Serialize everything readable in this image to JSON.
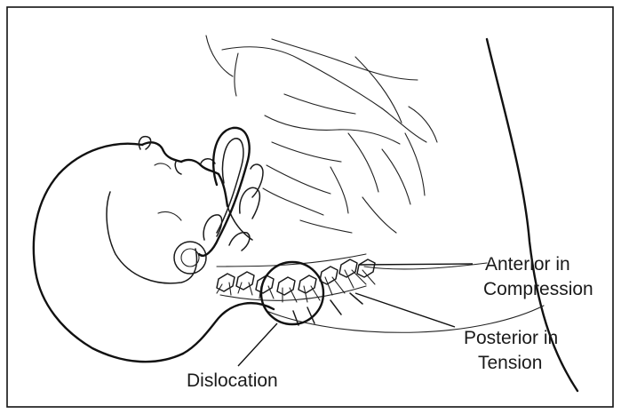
{
  "labels": {
    "anterior_line1": "Anterior in",
    "anterior_line2": "Compression",
    "posterior_line1": "Posterior in",
    "posterior_line2": "Tension",
    "dislocation": "Dislocation"
  }
}
